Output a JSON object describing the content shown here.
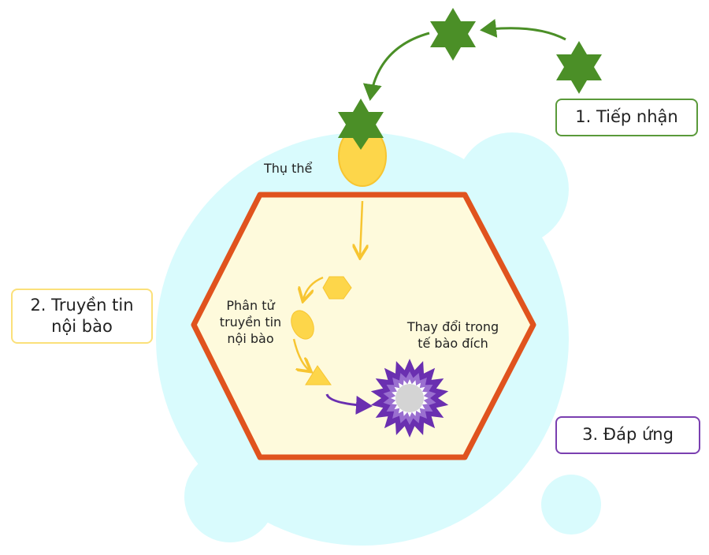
{
  "stages": {
    "reception": "1. Tiếp nhận",
    "transduction_line1": "2. Truyền tin",
    "transduction_line2": "nội bào",
    "response": "3. Đáp ứng"
  },
  "labels": {
    "receptor": "Thụ thể",
    "messenger_line1": "Phân tử",
    "messenger_line2": "truyền tin",
    "messenger_line3": "nội bào",
    "change_line1": "Thay đổi trong",
    "change_line2": "tế bào đích"
  },
  "colors": {
    "signal": "#4b8f27",
    "receptor": "#fdd64a",
    "membrane": "#e0531e",
    "cytoplasm": "#fefadc",
    "background": "#d9fbfd",
    "response": "#6a2fb0"
  }
}
